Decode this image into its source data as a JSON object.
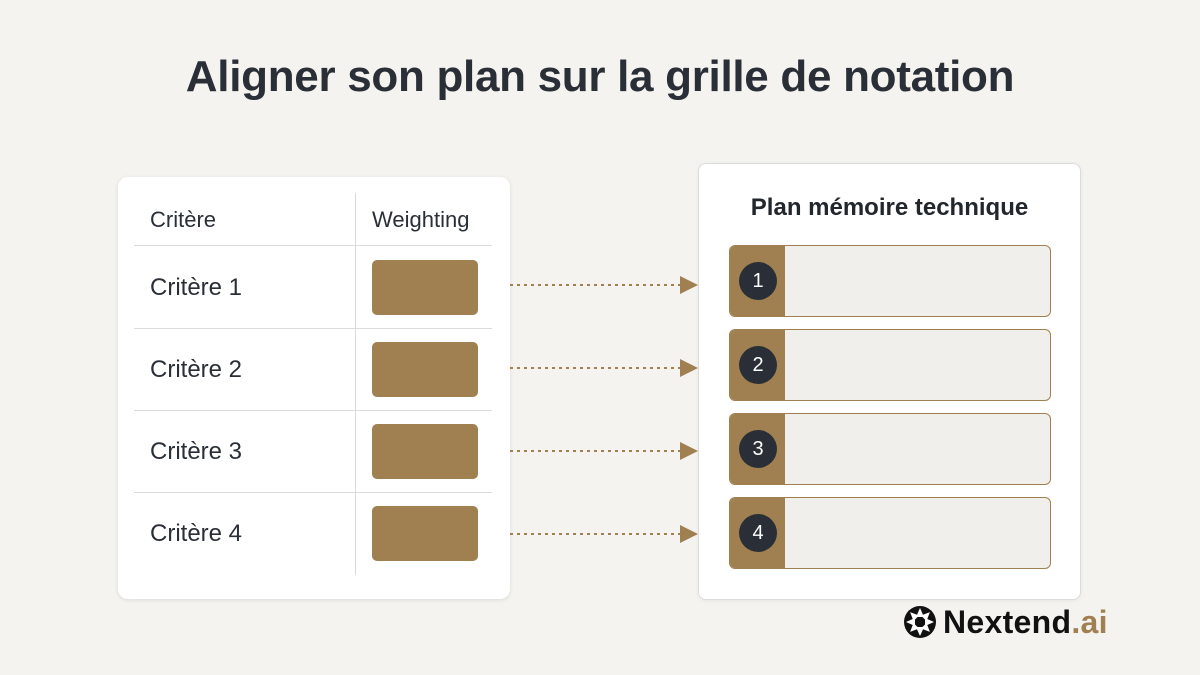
{
  "title": "Aligner son plan sur la grille de notation",
  "criteria_table": {
    "header_criteria": "Critère",
    "header_weighting": "Weighting",
    "rows": [
      {
        "label": "Critère 1"
      },
      {
        "label": "Critère 2"
      },
      {
        "label": "Critère 3"
      },
      {
        "label": "Critère 4"
      }
    ]
  },
  "plan": {
    "title": "Plan mémoire technique",
    "items": [
      {
        "number": "1"
      },
      {
        "number": "2"
      },
      {
        "number": "3"
      },
      {
        "number": "4"
      }
    ]
  },
  "brand": {
    "name": "Nextend",
    "suffix": ".ai",
    "icon": "aperture-logo-icon"
  },
  "colors": {
    "accent": "#a08050",
    "dark": "#2a2f37",
    "background": "#f4f3ef"
  }
}
